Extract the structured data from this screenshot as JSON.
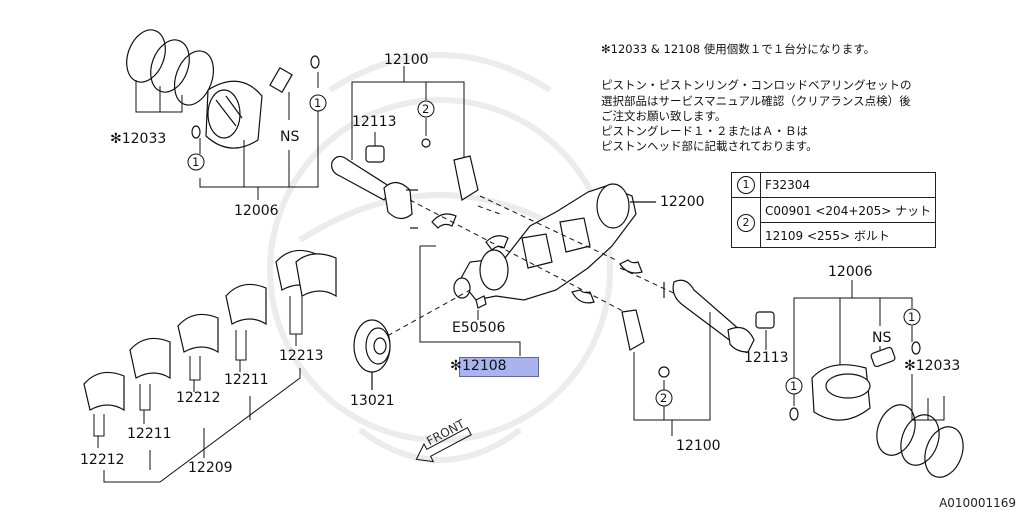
{
  "notes": [
    "✻12033 & 12108 使用個数１で１台分になります。",
    "ピストン・ピストンリング・コンロッドベアリングセットの",
    "選択部品はサービスマニュアル確認（クリアランス点検）後",
    "ご注文お願い致します。",
    "ピストングレード１・２またはＡ・Ｂは",
    "ピストンヘッド部に記載されております。"
  ],
  "legend": [
    {
      "key": "1",
      "rows": [
        "F32304"
      ]
    },
    {
      "key": "2",
      "rows": [
        "C00901 <204+205> ナット",
        "12109 <255> ボルト"
      ]
    }
  ],
  "parts": {
    "p12100_top": "12100",
    "p12113_left": "12113",
    "ns_left": "NS",
    "p12033_left": "✻12033",
    "p12006_left": "12006",
    "p12200": "12200",
    "e50506": "E50506",
    "p12108": "12108",
    "p12108_star": "✻",
    "p13021": "13021",
    "p12213": "12213",
    "p12211_a": "12211",
    "p12212_a": "12212",
    "p12211_b": "12211",
    "p12212_b": "12212",
    "p12209": "12209",
    "p12006_right": "12006",
    "ns_right": "NS",
    "p12033_right": "✻12033",
    "p12113_right": "12113",
    "p12100_bottom": "12100",
    "c1_a": "1",
    "c1_b": "1",
    "c1_c": "1",
    "c2_a": "2",
    "c2_b": "2",
    "front": "FRONT"
  },
  "reference": "A010001169",
  "colors": {
    "highlight": "#a9b4ee",
    "line": "#111111"
  }
}
